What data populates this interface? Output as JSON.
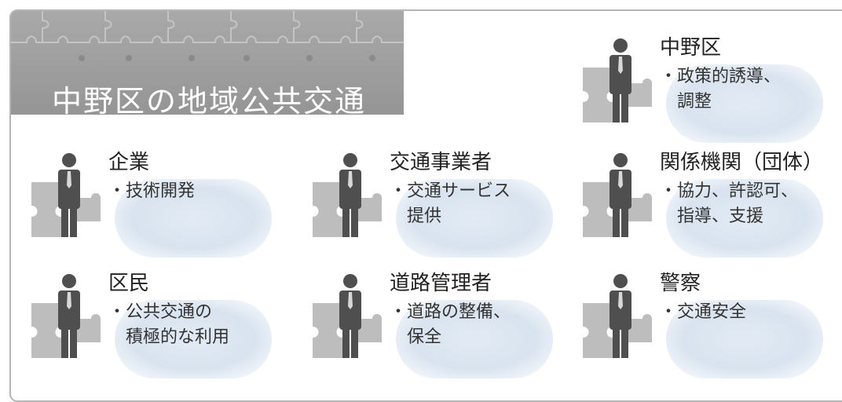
{
  "header": {
    "title": "中野区の地域公共交通"
  },
  "stakeholders": [
    {
      "name": "中野区",
      "desc_line1": "・政策的誘導、",
      "desc_line2": "調整"
    },
    {
      "name": "企業",
      "desc_line1": "・技術開発",
      "desc_line2": ""
    },
    {
      "name": "交通事業者",
      "desc_line1": "・交通サービス",
      "desc_line2": "提供"
    },
    {
      "name": "関係機関（団体）",
      "desc_line1": "・協力、許認可、",
      "desc_line2": "指導、支援"
    },
    {
      "name": "区民",
      "desc_line1": "・公共交通の",
      "desc_line2": "積極的な利用"
    },
    {
      "name": "道路管理者",
      "desc_line1": "・道路の整備、",
      "desc_line2": "保全"
    },
    {
      "name": "警察",
      "desc_line1": "・交通安全",
      "desc_line2": ""
    }
  ],
  "colors": {
    "frame": "#b5b5b5",
    "title_bg": "#a0a0a0",
    "figure": "#4f4f4f",
    "puzzle": "#bdbdbd",
    "bubble": "#dbe4ef"
  }
}
